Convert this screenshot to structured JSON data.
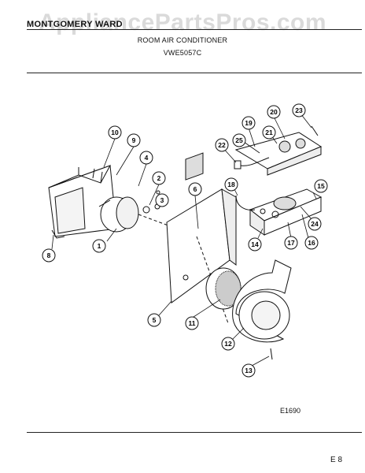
{
  "header": {
    "brand": "MONTGOMERY WARD",
    "watermark": "AppliancePartsPros.com"
  },
  "document": {
    "title": "ROOM AIR CONDITIONER",
    "model": "VWE5057C",
    "diagram_code": "E1690",
    "page_mark": "E 8"
  },
  "callouts": [
    "1",
    "2",
    "3",
    "4",
    "5",
    "6",
    "8",
    "9",
    "10",
    "11",
    "12",
    "13",
    "14",
    "15",
    "16",
    "17",
    "18",
    "19",
    "20",
    "21",
    "22",
    "23",
    "24",
    "25"
  ]
}
